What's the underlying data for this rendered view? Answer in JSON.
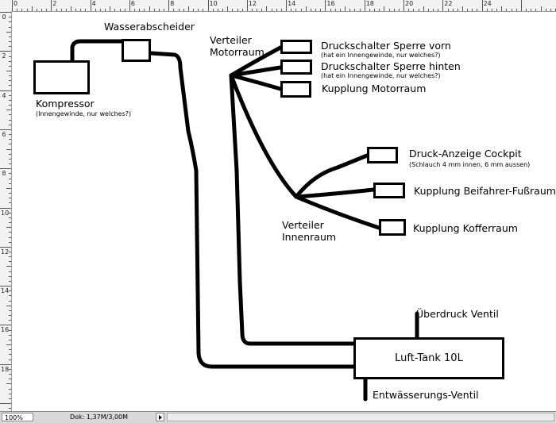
{
  "ruler": {
    "top_numbers": [
      "0",
      "2",
      "4",
      "6",
      "8",
      "10",
      "12",
      "14",
      "16",
      "18",
      "20",
      "22",
      "24"
    ],
    "left_numbers": [
      "0",
      "2",
      "4",
      "6",
      "8",
      "10",
      "12",
      "14",
      "16",
      "18"
    ]
  },
  "diagram": {
    "nodes": {
      "wasserabscheider": {
        "label": "Wasserabscheider"
      },
      "kompressor": {
        "label": "Kompressor",
        "sublabel": "(Innengewinde, nur welches?)"
      },
      "verteiler_motorraum": {
        "label_line1": "Verteiler",
        "label_line2": "Motorraum"
      },
      "druckschalter_vorn": {
        "label": "Druckschalter Sperre vorn",
        "sublabel": "(hat ein Innengewinde, nur welches?)"
      },
      "druckschalter_hinten": {
        "label": "Druckschalter Sperre hinten",
        "sublabel": "(hat ein Innengewinde, nur welches?)"
      },
      "kupplung_motorraum": {
        "label": "Kupplung Motorraum"
      },
      "druck_anzeige": {
        "label": "Druck-Anzeige Cockpit",
        "sublabel": "(Schlauch 4 mm innen, 6 mm aussen)"
      },
      "kupplung_beifahrer": {
        "label": "Kupplung Beifahrer-Fußraum"
      },
      "kupplung_kofferraum": {
        "label": "Kupplung Kofferraum"
      },
      "verteiler_innenraum": {
        "label_line1": "Verteiler",
        "label_line2": "Innenraum"
      },
      "ueberdruck_ventil": {
        "label": "Überdruck Ventil"
      },
      "luft_tank": {
        "label": "Luft-Tank 10L"
      },
      "entwaesserungs_ventil": {
        "label": "Entwässerungs-Ventil"
      }
    }
  },
  "status_bar": {
    "zoom": "100%",
    "doc_info": "Dok: 1,37M/3,00M"
  }
}
